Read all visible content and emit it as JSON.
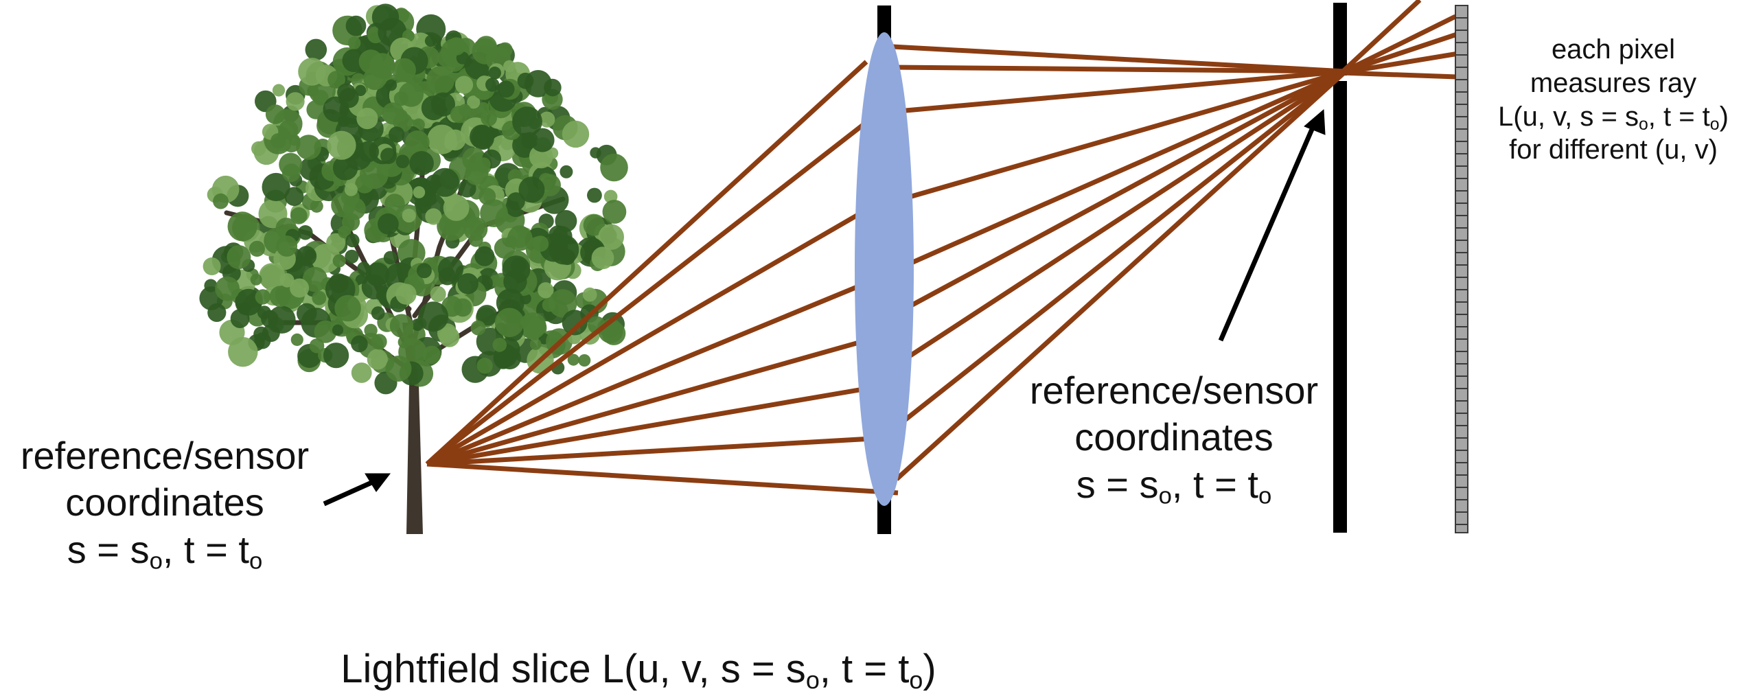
{
  "colors": {
    "background": "#ffffff",
    "ray": "#8b3d12",
    "lens": "#90a8dc",
    "aperture": "#000000",
    "sensor_pixel": "#a6a6a6",
    "tree_trunk": "#3f362d",
    "foliage_dark": "#2e5a22",
    "foliage_mid": "#4c7d34",
    "foliage_light": "#7aa65a"
  },
  "icons": {
    "tree": "tree-icon",
    "lens": "lens-icon",
    "aperture": "aperture-plane",
    "sensor": "sensor-strip"
  },
  "labels": {
    "object_coords": {
      "line1": "reference/sensor",
      "line2": "coordinates",
      "eq": {
        "s": "s",
        "s_sub": "o",
        "mid": ", t = ",
        "t": "t",
        "t_sub": "o",
        "lhs": "s = "
      }
    },
    "sensor_coords": {
      "line1": "reference/sensor",
      "line2": "coordinates",
      "eq": {
        "lhs": "s = ",
        "s": "s",
        "s_sub": "o",
        "mid": ", t = ",
        "t": "t",
        "t_sub": "o"
      }
    },
    "pixel_note": {
      "line1": "each pixel",
      "line2": "measures ray",
      "line3_pre": "L(u, v, s = s",
      "line3_s_sub": "o",
      "line3_mid": ", t = t",
      "line3_t_sub": "o",
      "line3_post": ")",
      "line4": "for different (u, v)"
    }
  },
  "caption": {
    "pre": "Lightfield slice L(u, v, s = s",
    "s_sub": "o",
    "mid": ", t = t",
    "t_sub": "o",
    "post": ")"
  }
}
